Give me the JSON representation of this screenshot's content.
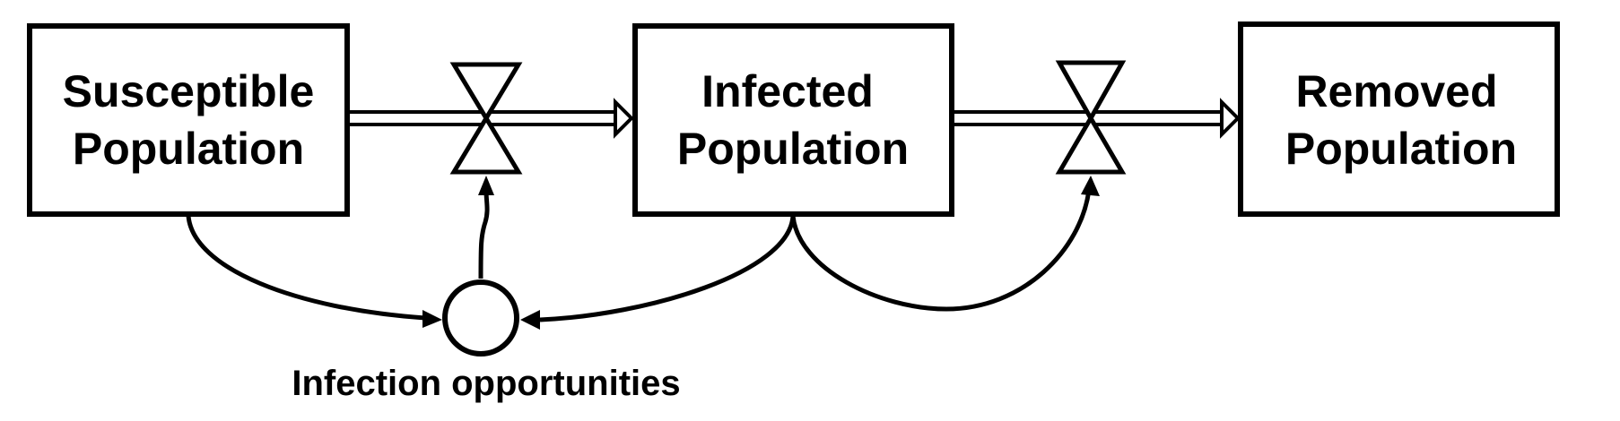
{
  "diagram": {
    "type": "stock-and-flow",
    "stocks": {
      "susceptible": {
        "line1": "Susceptible",
        "line2": "Population"
      },
      "infected": {
        "line1": "Infected",
        "line2": "Population"
      },
      "removed": {
        "line1": "Removed",
        "line2": "Population"
      }
    },
    "auxiliary": {
      "infection_opportunities": "Infection opportunities"
    },
    "flows": [
      {
        "from": "Susceptible Population",
        "to": "Infected Population"
      },
      {
        "from": "Infected Population",
        "to": "Removed Population"
      }
    ],
    "links": [
      {
        "from": "Susceptible Population",
        "to": "Infection opportunities"
      },
      {
        "from": "Infected Population",
        "to": "Infection opportunities"
      },
      {
        "from": "Infection opportunities",
        "to": "infection flow valve"
      },
      {
        "from": "Infected Population",
        "to": "removal flow valve"
      }
    ],
    "colors": {
      "stroke": "#000000",
      "fill": "#ffffff"
    }
  }
}
